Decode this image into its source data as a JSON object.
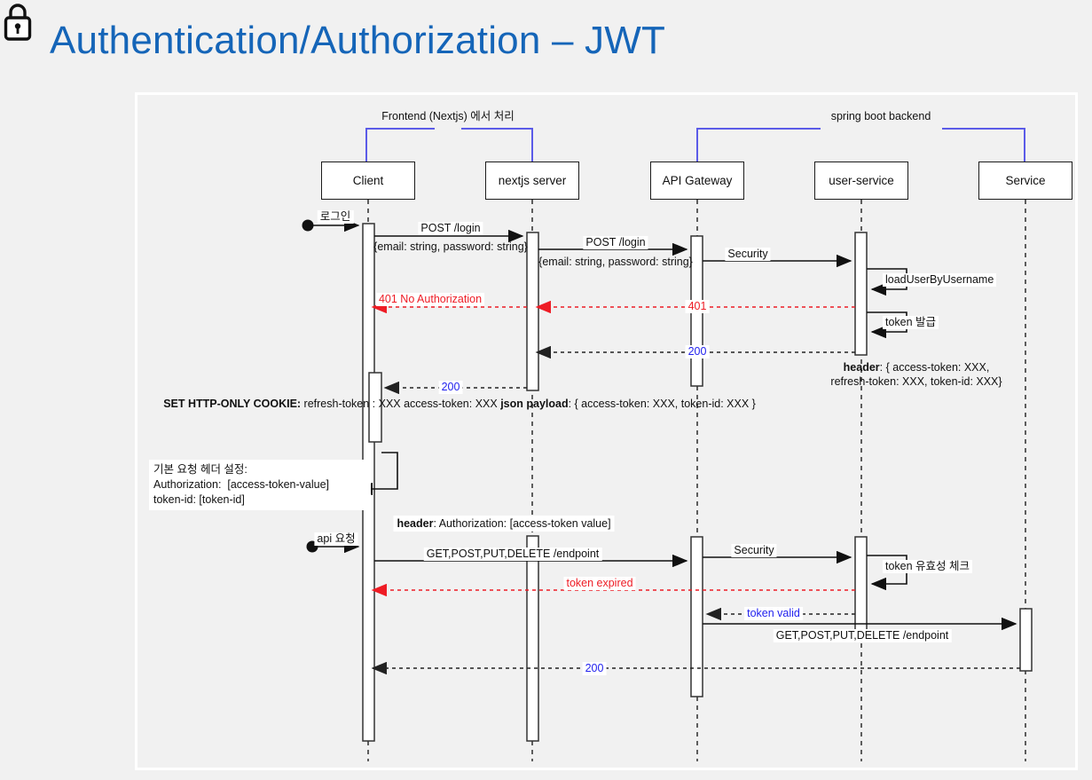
{
  "page": {
    "title": "Authentication/Authorization – JWT",
    "title_color": "#1565b8",
    "lock_icon": "lock-icon",
    "background": "#f1f1f1",
    "frame_border": "#ffffff"
  },
  "diagram": {
    "type": "uml-sequence-diagram",
    "groups": [
      {
        "id": "frontend",
        "label": "Frontend (Nextjs) 에서 처리",
        "color": "#5b5be8",
        "from": "Client",
        "to": "nextjs server"
      },
      {
        "id": "backend",
        "label": "spring boot backend",
        "color": "#5b5be8",
        "from": "API Gateway",
        "to": "Service"
      }
    ],
    "participants": [
      {
        "id": "client",
        "label": "Client"
      },
      {
        "id": "nextjs",
        "label": "nextjs server"
      },
      {
        "id": "gateway",
        "label": "API Gateway"
      },
      {
        "id": "userservice",
        "label": "user-service"
      },
      {
        "id": "service",
        "label": "Service"
      }
    ],
    "messages": [
      {
        "id": "m1",
        "label": "로그인",
        "from": "actor",
        "to": "client",
        "style": "solid",
        "color": "#111111"
      },
      {
        "id": "m2",
        "label": "POST /login",
        "from": "client",
        "to": "nextjs",
        "style": "solid",
        "color": "#111111"
      },
      {
        "id": "m2b",
        "label": "{email: string,\npassword: string}",
        "kind": "annotation"
      },
      {
        "id": "m3",
        "label": "POST /login",
        "from": "nextjs",
        "to": "gateway",
        "style": "solid",
        "color": "#111111"
      },
      {
        "id": "m3b",
        "label": "{email: string,\npassword: string}",
        "kind": "annotation"
      },
      {
        "id": "m4",
        "label": "Security",
        "from": "gateway",
        "to": "userservice",
        "style": "solid",
        "color": "#111111"
      },
      {
        "id": "m5",
        "label": "loadUserByUsername",
        "from": "userservice",
        "to": "userservice",
        "style": "self",
        "color": "#111111"
      },
      {
        "id": "m6",
        "label": "401 No Authorization",
        "from": "nextjs",
        "to": "client",
        "style": "dashed",
        "color": "#ee1c25"
      },
      {
        "id": "m7",
        "label": "401",
        "from": "userservice",
        "to": "nextjs",
        "style": "dashed",
        "color": "#ee1c25"
      },
      {
        "id": "m8",
        "label": "token 발급",
        "from": "userservice",
        "to": "userservice",
        "style": "self",
        "color": "#111111"
      },
      {
        "id": "m9",
        "label": "200",
        "from": "userservice",
        "to": "nextjs",
        "style": "dashed",
        "color": "#2222ee"
      },
      {
        "id": "m9b",
        "label": "header: {\naccess-token: XXX,\nrefresh-token: XXX,\ntoken-id: XXX}",
        "kind": "annotation"
      },
      {
        "id": "m10",
        "label": "200",
        "from": "nextjs",
        "to": "client",
        "style": "dashed",
        "color": "#2222ee"
      },
      {
        "id": "m10b",
        "label": "SET HTTP-ONLY COOKIE:\nrefresh-token : XXX\naccess-token: XXX\njson payload: {\naccess-token: XXX,\ntoken-id: XXX }",
        "kind": "annotation"
      },
      {
        "id": "m11",
        "label": "기본 요청 헤더 설정:\nAuthorization:  [access-token-value]\ntoken-id: [token-id]",
        "from": "client",
        "to": "client",
        "style": "self-note"
      },
      {
        "id": "m12",
        "label": "api 요청",
        "from": "actor",
        "to": "client",
        "style": "solid",
        "color": "#111111"
      },
      {
        "id": "m13",
        "label": "GET,POST,PUT,DELETE /endpoint",
        "from": "client",
        "to": "gateway",
        "style": "solid",
        "color": "#111111"
      },
      {
        "id": "m13b",
        "label": "header:\nAuthorization: [access-token value]",
        "kind": "annotation"
      },
      {
        "id": "m14",
        "label": "Security",
        "from": "gateway",
        "to": "userservice",
        "style": "solid",
        "color": "#111111"
      },
      {
        "id": "m15",
        "label": "token 유효성 체크",
        "from": "userservice",
        "to": "userservice",
        "style": "self",
        "color": "#111111"
      },
      {
        "id": "m16",
        "label": "token expired",
        "from": "userservice",
        "to": "client",
        "style": "dashed",
        "color": "#ee1c25"
      },
      {
        "id": "m17",
        "label": "token valid",
        "from": "userservice",
        "to": "gateway",
        "style": "dashed",
        "color": "#2222ee"
      },
      {
        "id": "m18",
        "label": "GET,POST,PUT,DELETE /endpoint",
        "from": "gateway",
        "to": "service",
        "style": "solid",
        "color": "#111111"
      },
      {
        "id": "m19",
        "label": "200",
        "from": "service",
        "to": "client",
        "style": "dashed",
        "color": "#2222ee"
      }
    ]
  }
}
